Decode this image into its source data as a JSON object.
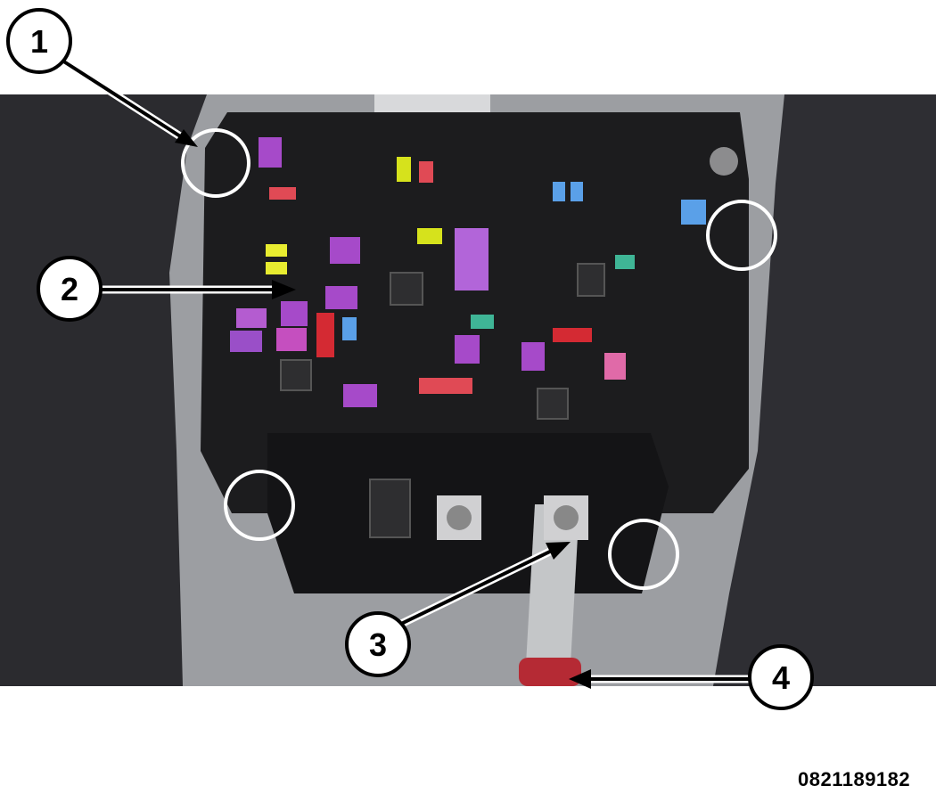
{
  "figure": {
    "id": "0821189182"
  },
  "callouts": [
    {
      "number": "1"
    },
    {
      "number": "2"
    },
    {
      "number": "3"
    },
    {
      "number": "4"
    }
  ],
  "colors": {
    "carpet": "#2b2b2f",
    "fuse_box_body": "#1c1c1e",
    "callout_circle": "#ffffff",
    "callout_outline": "#000000",
    "highlight_ring": "#ffffff",
    "fuse_purple": "#a64ac9",
    "fuse_pink": "#e06aa8",
    "fuse_red": "#d42a33",
    "fuse_yellow": "#d6e21c",
    "fuse_blue": "#5aa0e8",
    "fuse_green": "#3fb596",
    "battery_cable": "#c4c6c8"
  }
}
